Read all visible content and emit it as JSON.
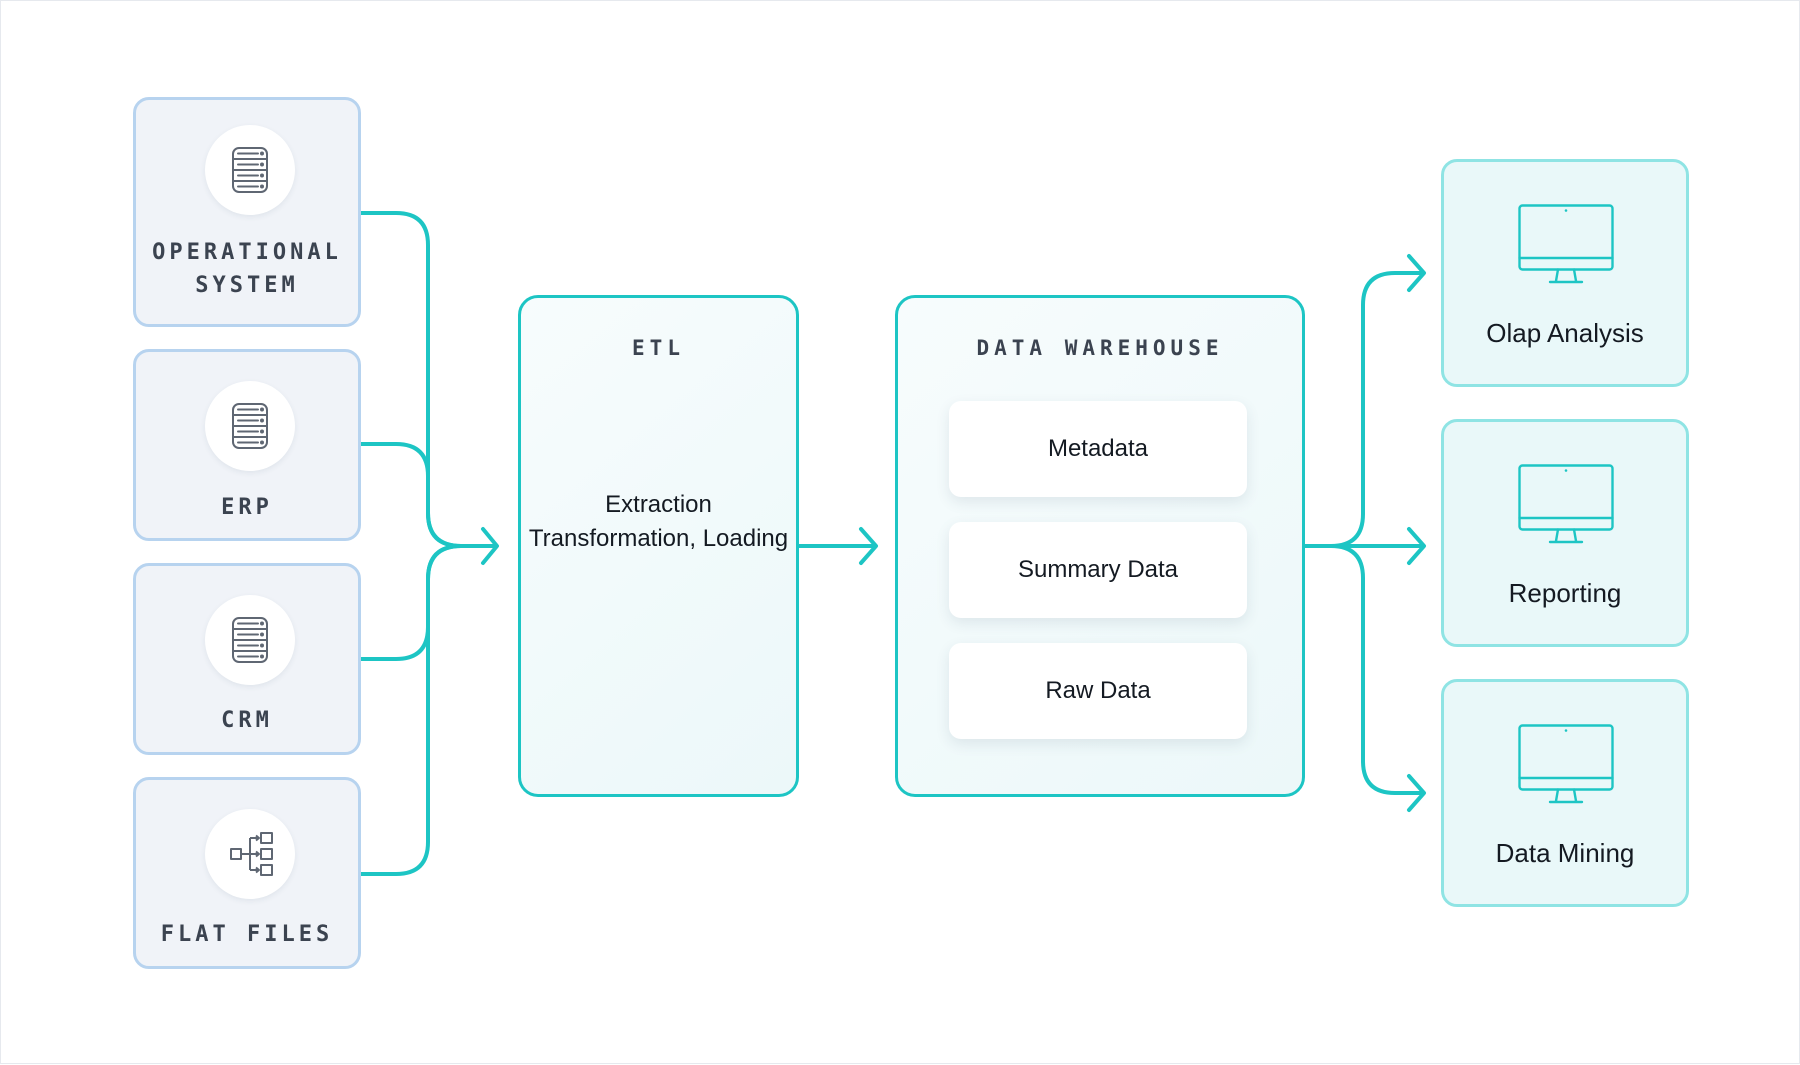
{
  "sources": [
    {
      "label": "OPERATIONAL SYSTEM",
      "icon": "database-icon"
    },
    {
      "label": "ERP",
      "icon": "database-icon"
    },
    {
      "label": "CRM",
      "icon": "database-icon"
    },
    {
      "label": "FLAT FILES",
      "icon": "flowchart-icon"
    }
  ],
  "etl": {
    "title": "ETL",
    "description": "Extraction Transformation, Loading"
  },
  "warehouse": {
    "title": "DATA WAREHOUSE",
    "layers": [
      "Metadata",
      "Summary Data",
      "Raw Data"
    ]
  },
  "outputs": [
    {
      "label": "Olap Analysis",
      "icon": "monitor-icon"
    },
    {
      "label": "Reporting",
      "icon": "monitor-icon"
    },
    {
      "label": "Data Mining",
      "icon": "monitor-icon"
    }
  ],
  "colors": {
    "connector": "#1dc5c4",
    "source_border": "#b7d3ef",
    "source_fill": "#f0f3f8",
    "output_border": "#8fe4e4",
    "output_fill": "#e9f8f9",
    "icon_gray": "#5f6773"
  }
}
